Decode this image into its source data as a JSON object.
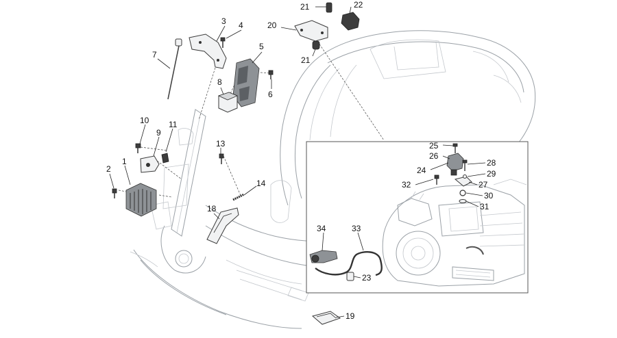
{
  "diagram": {
    "callouts": [
      {
        "id": "c1",
        "label": "1"
      },
      {
        "id": "c2",
        "label": "2"
      },
      {
        "id": "c3",
        "label": "3"
      },
      {
        "id": "c4",
        "label": "4"
      },
      {
        "id": "c5",
        "label": "5"
      },
      {
        "id": "c6",
        "label": "6"
      },
      {
        "id": "c7",
        "label": "7"
      },
      {
        "id": "c8",
        "label": "8"
      },
      {
        "id": "c9",
        "label": "9"
      },
      {
        "id": "c10",
        "label": "10"
      },
      {
        "id": "c11",
        "label": "11"
      },
      {
        "id": "c13",
        "label": "13"
      },
      {
        "id": "c14",
        "label": "14"
      },
      {
        "id": "c18",
        "label": "18"
      },
      {
        "id": "c19",
        "label": "19"
      },
      {
        "id": "c20",
        "label": "20"
      },
      {
        "id": "c21a",
        "label": "21"
      },
      {
        "id": "c21b",
        "label": "21"
      },
      {
        "id": "c22",
        "label": "22"
      },
      {
        "id": "c23",
        "label": "23"
      },
      {
        "id": "c24",
        "label": "24"
      },
      {
        "id": "c25",
        "label": "25"
      },
      {
        "id": "c26",
        "label": "26"
      },
      {
        "id": "c27",
        "label": "27"
      },
      {
        "id": "c28",
        "label": "28"
      },
      {
        "id": "c29",
        "label": "29"
      },
      {
        "id": "c30",
        "label": "30"
      },
      {
        "id": "c31",
        "label": "31"
      },
      {
        "id": "c32",
        "label": "32"
      },
      {
        "id": "c33",
        "label": "33"
      },
      {
        "id": "c34",
        "label": "34"
      }
    ]
  }
}
